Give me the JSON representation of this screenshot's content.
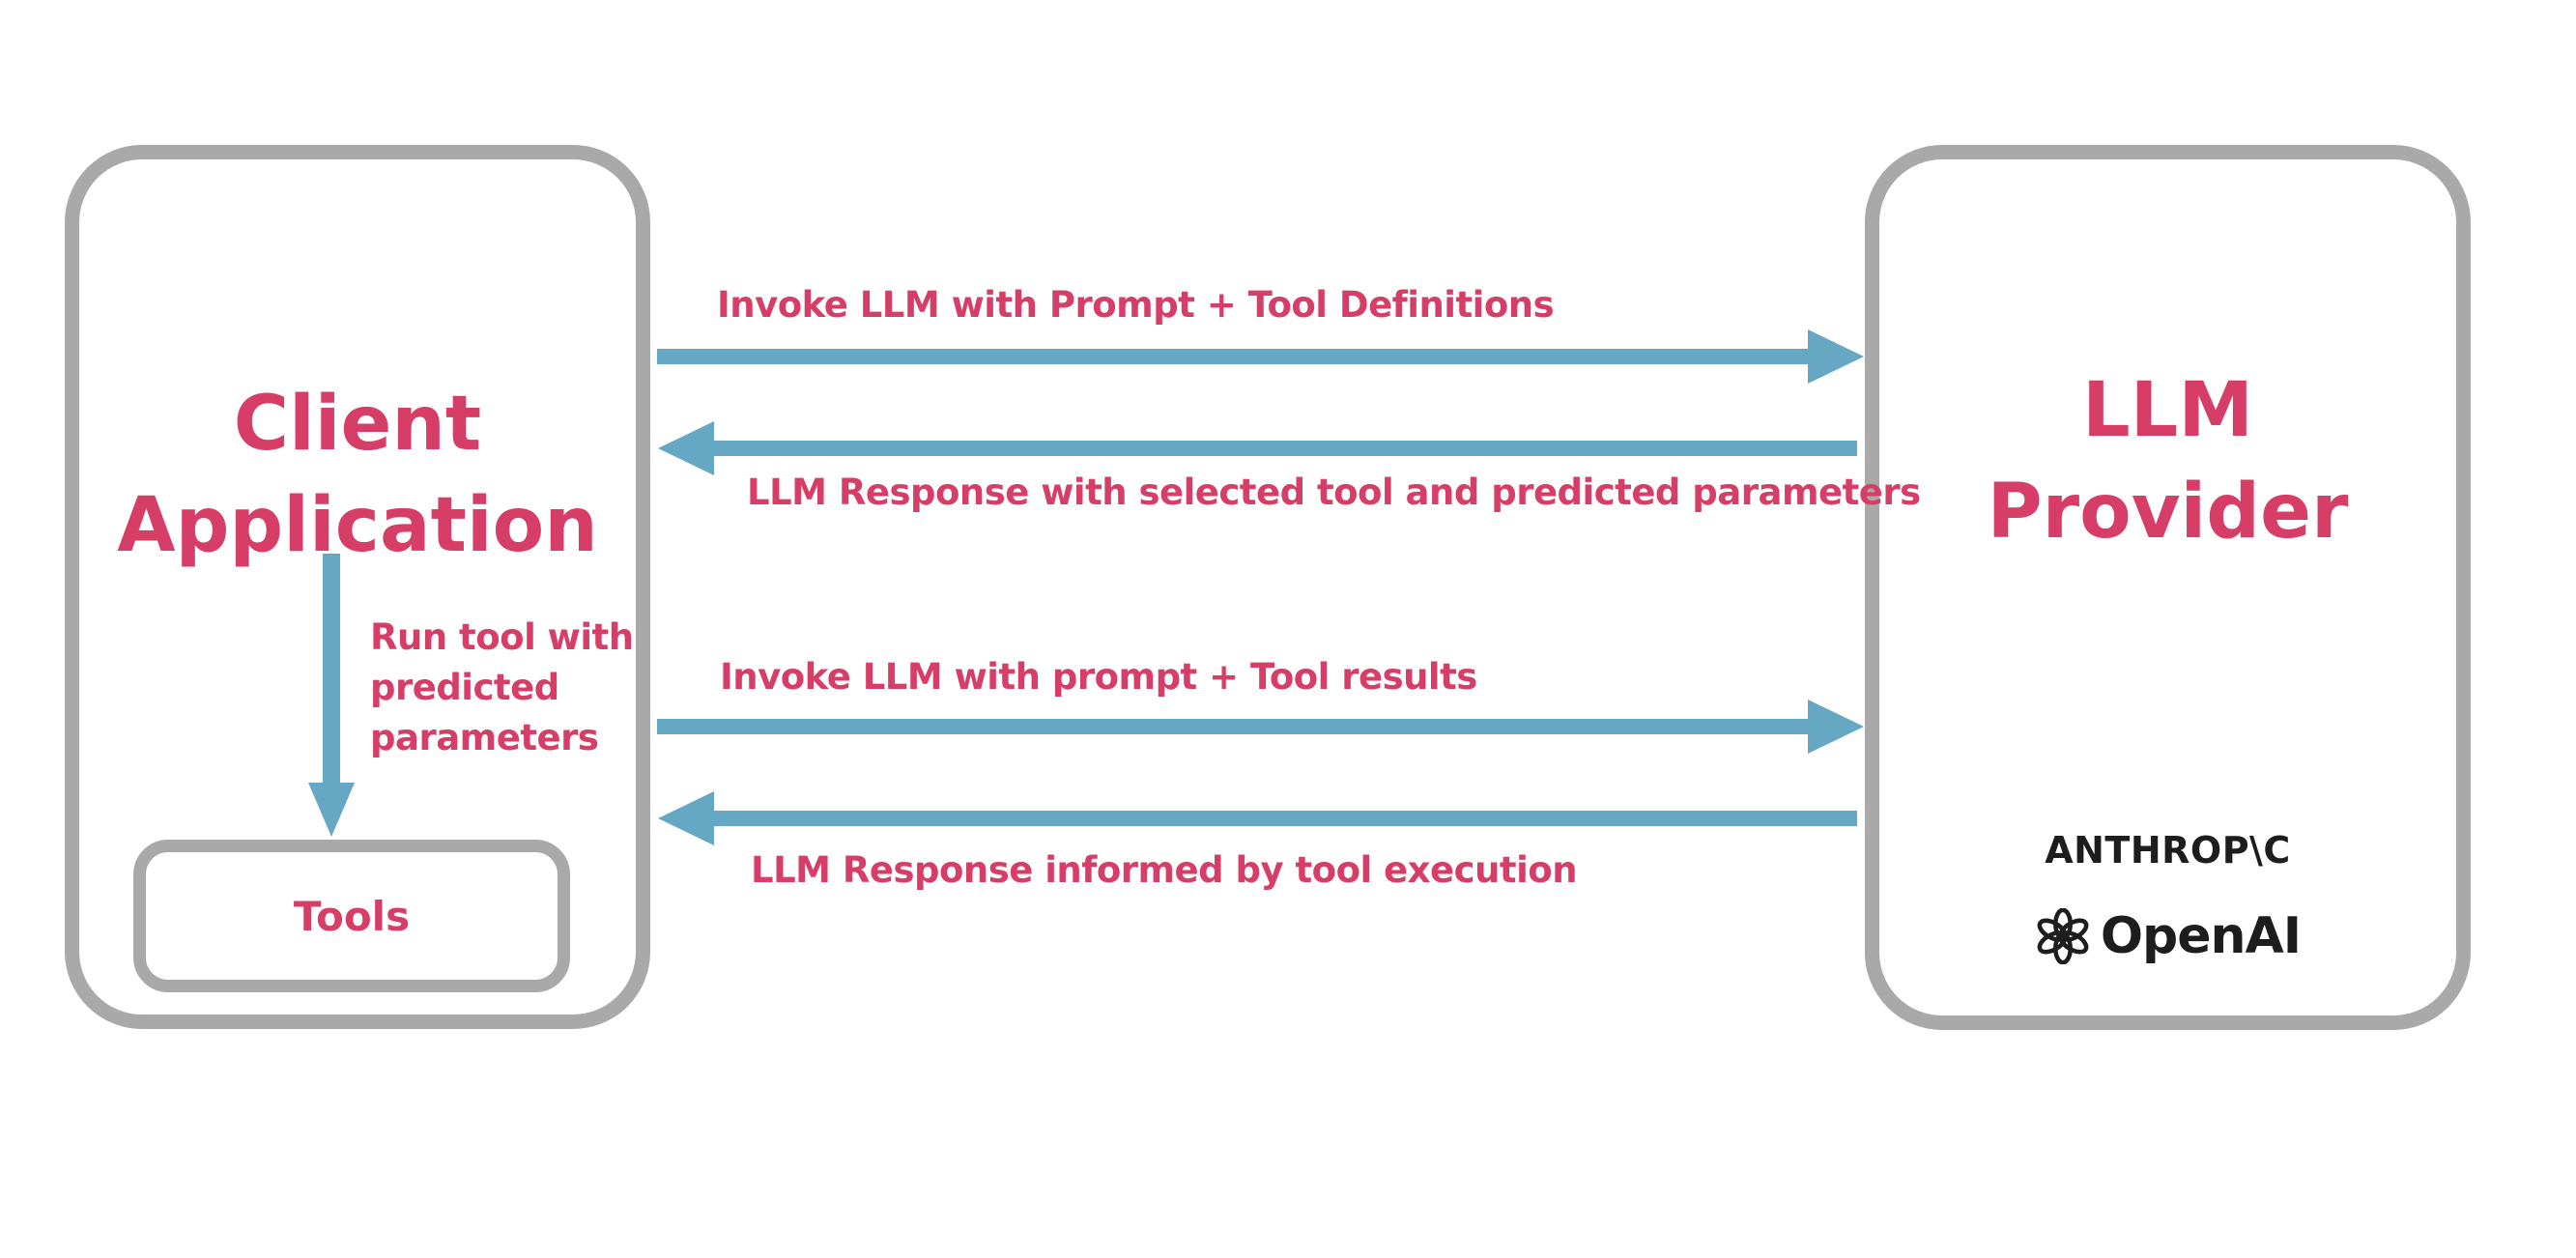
{
  "colors": {
    "accent_pink": "#d63d67",
    "arrow_blue": "#66a8c3",
    "box_border_gray": "#a9a9a9",
    "logo_black": "#1d1d1d",
    "background": "#ffffff"
  },
  "client_box": {
    "title_line1": "Client",
    "title_line2": "Application"
  },
  "tools_box": {
    "label": "Tools"
  },
  "run_tool_arrow": {
    "label": "Run tool with predicted parameters",
    "direction": "down"
  },
  "llm_box": {
    "title_line1": "LLM",
    "title_line2": "Provider",
    "providers": {
      "anthropic_wordmark": "ANTHROP\\C",
      "openai_wordmark": "OpenAI",
      "openai_icon": "openai-flower-icon"
    }
  },
  "messages": [
    {
      "direction": "right",
      "label": "Invoke LLM with Prompt + Tool Definitions"
    },
    {
      "direction": "left",
      "label": "LLM Response with selected tool and predicted parameters"
    },
    {
      "direction": "right",
      "label": "Invoke LLM with prompt + Tool results"
    },
    {
      "direction": "left",
      "label": "LLM Response informed by tool execution"
    }
  ]
}
